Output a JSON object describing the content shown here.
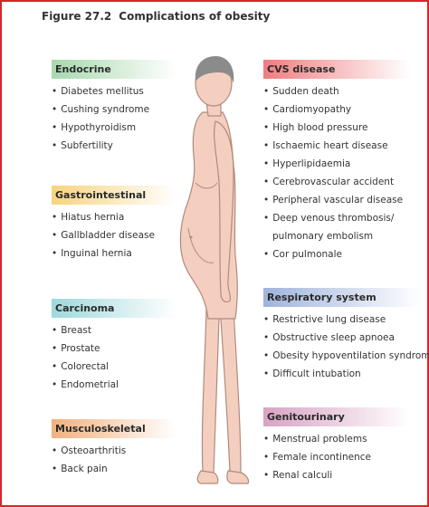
{
  "title": {
    "number": "Figure 27.2",
    "text": "Complications of obesity"
  },
  "sections": {
    "endocrine": {
      "heading": "Endocrine",
      "items": [
        "Diabetes mellitus",
        "Cushing syndrome",
        "Hypothyroidism",
        "Subfertility"
      ]
    },
    "gastro": {
      "heading": "Gastrointestinal",
      "items": [
        "Hiatus hernia",
        "Gallbladder disease",
        "Inguinal hernia"
      ]
    },
    "carcinoma": {
      "heading": "Carcinoma",
      "items": [
        "Breast",
        "Prostate",
        "Colorectal",
        "Endometrial"
      ]
    },
    "musculo": {
      "heading": "Musculoskeletal",
      "items": [
        "Osteoarthritis",
        "Back pain"
      ]
    },
    "cvs": {
      "heading": "CVS disease",
      "items": [
        "Sudden death",
        "Cardiomyopathy",
        "High blood pressure",
        "Ischaemic heart disease",
        "Hyperlipidaemia",
        "Cerebrovascular accident",
        "Peripheral vascular disease",
        "Deep venous thrombosis/",
        "pulmonary embolism",
        "Cor pulmonale"
      ]
    },
    "resp": {
      "heading": "Respiratory system",
      "items": [
        "Restrictive lung disease",
        "Obstructive sleep apnoea",
        "Obesity hypoventilation syndrome",
        "Difficult intubation"
      ]
    },
    "genito": {
      "heading": "Genitourinary",
      "items": [
        "Menstrual problems",
        "Female incontinence",
        "Renal calculi"
      ]
    }
  },
  "colors": {
    "frame": "#d9232a",
    "endocrine": "#a8d8ad",
    "gastro": "#f7d47e",
    "carcinoma": "#9fd8dc",
    "musculo": "#f2b07e",
    "cvs": "#ef7d80",
    "resp": "#9fb3dc",
    "genito": "#d8a3c4",
    "skin": "#f4cfc0",
    "hair": "#8b8b8b"
  }
}
